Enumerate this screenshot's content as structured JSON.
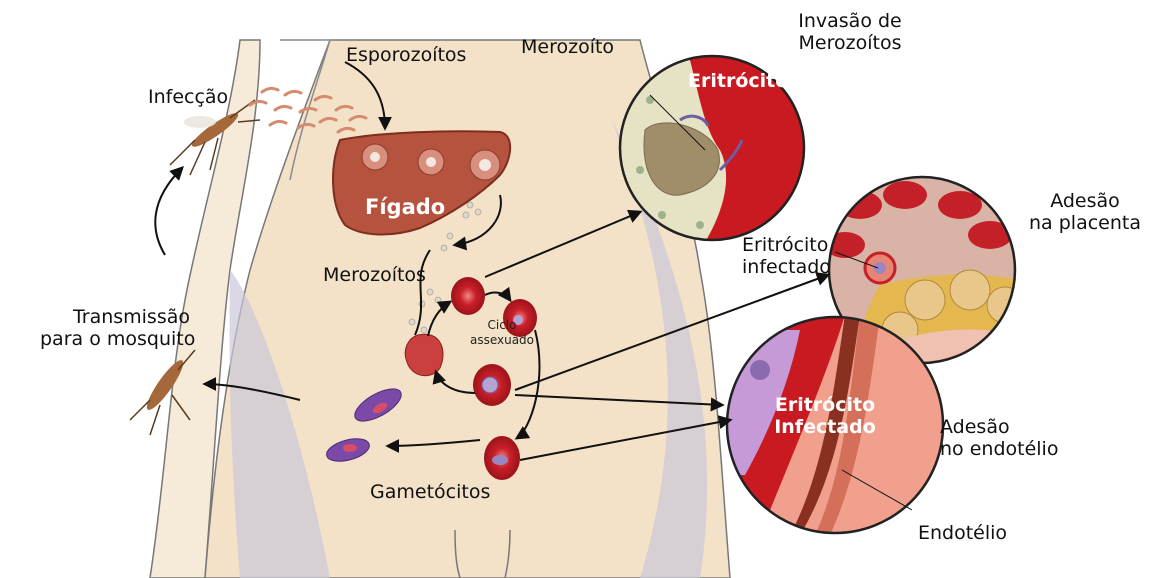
{
  "labels": {
    "infeccao": "Infecção",
    "esporozoitos": "Esporozoítos",
    "figado": "Fígado",
    "merozoitos": "Merozoítos",
    "ciclo_line1": "Ciclo",
    "ciclo_line2": "assexuado",
    "transmissao_line1": "Transmissão",
    "transmissao_line2": "para o mosquito",
    "gametocitos": "Gametócitos",
    "merozoito": "Merozoíto",
    "eritrocito": "Eritrócito",
    "invasao_line1": "Invasão de",
    "invasao_line2": "Merozoítos",
    "eritrocito_infectado_line1": "Eritrócito",
    "eritrocito_infectado_line2": "infectado",
    "adesao_placenta_line1": "Adesão",
    "adesao_placenta_line2": "na placenta",
    "eritrocito_infectado_cap_line1": "Eritrócito",
    "eritrocito_infectado_cap_line2": "Infectado",
    "adesao_endotelio_line1": "Adesão",
    "adesao_endotelio_line2": "no endotélio",
    "endotelio": "Endotélio"
  },
  "colors": {
    "skin": "#f3e2c8",
    "liver": "#b5533e",
    "erythrocyte": "#d8262a",
    "parasite": "#9b86c4",
    "gametocyte": "#7b4aa8",
    "placenta_cell": "#e5b84f"
  }
}
